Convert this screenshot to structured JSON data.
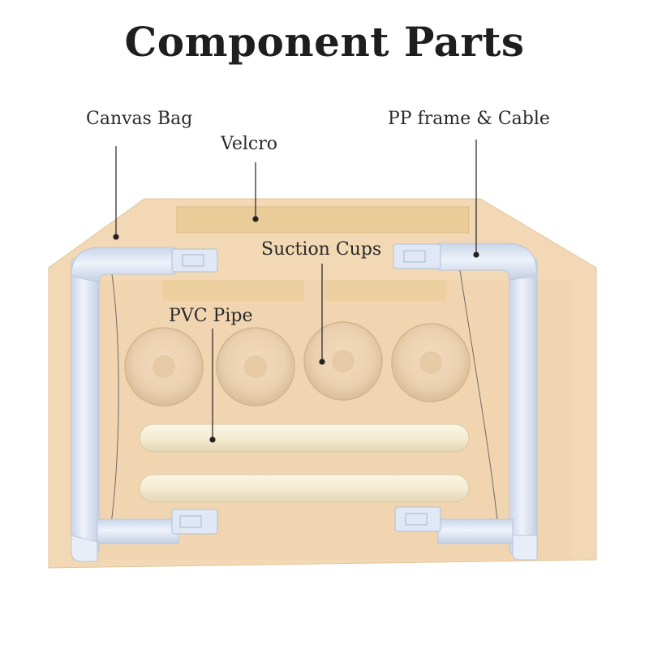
{
  "title": "Component Parts",
  "labels": {
    "canvas_bag": "Canvas Bag",
    "velcro": "Velcro",
    "pp_frame_cable": "PP frame & Cable",
    "suction_cups": "Suction Cups",
    "pvc_pipe": "PVC Pipe"
  },
  "colors": {
    "canvas": "#f2d8b4",
    "canvas_shadow": "#e8c9a0",
    "velcro": "#e9cc98",
    "frame": "#dfe8f4",
    "frame_edge": "#b9c6da",
    "pipe": "#f6efd8",
    "pointer": "#222222"
  }
}
